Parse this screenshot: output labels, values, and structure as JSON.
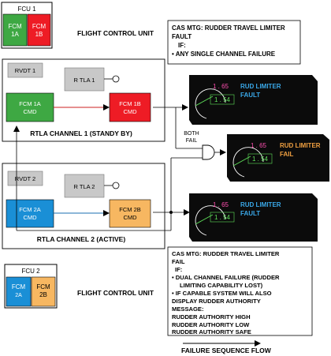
{
  "fcu1": {
    "title": "FCU 1",
    "left_line1": "FCM",
    "left_line2": "1A",
    "right_line1": "FCM",
    "right_line2": "1B",
    "caption": "FLIGHT CONTROL UNIT"
  },
  "fcu2": {
    "title": "FCU 2",
    "left_line1": "FCM",
    "left_line2": "2A",
    "right_line1": "FCM",
    "right_line2": "2B",
    "caption": "FLIGHT CONTROL UNIT"
  },
  "cas1": {
    "line1": "CAS MTG: RUDDER TRAVEL LIMITER",
    "line2": "FAULT",
    "line3": "IF:",
    "line4": "• ANY SINGLE CHANNEL FAILURE"
  },
  "channel1": {
    "rvdt": "RVDT 1",
    "rtla": "R TLA 1",
    "fcm_a_line1": "FCM 1A",
    "fcm_a_line2": "CMD",
    "fcm_b_line1": "FCM 1B",
    "fcm_b_line2": "CMD",
    "caption": "RTLA CHANNEL 1 (STANDY BY)"
  },
  "channel2": {
    "rvdt": "RVDT 2",
    "rtla": "R TLA 2",
    "fcm_a_line1": "FCM 2A",
    "fcm_a_line2": "CMD",
    "fcm_b_line1": "FCM 2B",
    "fcm_b_line2": "CMD",
    "caption": "RTLA CHANNEL 2 (ACTIVE)"
  },
  "gate": {
    "line1": "BOTH",
    "line2": "FAIL"
  },
  "displays": [
    {
      "top_value": "1 . 65",
      "bottom_value": "1 . 54",
      "msg1": "RUD LIMITER",
      "msg2": "FAULT",
      "msg_color": "#3aa8e8"
    },
    {
      "top_value": "1 . 65",
      "bottom_value": "1 . 54",
      "msg1": "RUD LIMITER",
      "msg2": "FAIL",
      "msg_color": "#f0a040"
    },
    {
      "top_value": "1 . 65",
      "bottom_value": "1 . 54",
      "msg1": "RUD LIMITER",
      "msg2": "FAULT",
      "msg_color": "#3aa8e8"
    }
  ],
  "cas2": {
    "line1": "CAS MTG: RUDDER TRAVEL LIMITER",
    "line2": "FAIL",
    "line3": "IF:",
    "line4": "• DUAL CHANNEL FAILURE (RUDDER",
    "line5": "LIMITING CAPABILITY LOST)",
    "line6": "• IF CAPABLE SYSTEM WILL ALSO",
    "line7": "DISPLAY RUDDER AUTHORITY",
    "line8": "MESSAGE:",
    "line9": "RUDDER AUTHORITY HIGH",
    "line10": "RUDDER AUTHORITY LOW",
    "line11": "RUDDER AUTHORITY SAFE"
  },
  "flow_label": "FAILURE SEQUENCE FLOW",
  "colors": {
    "green": "#3ea843",
    "red": "#ee1c25",
    "blue": "#1a8fd6",
    "orange": "#f7b761",
    "gray": "#c8c8c8",
    "display_bg": "#0b0b0b",
    "value_magenta": "#ff4fb0",
    "value_green": "#5fe05a"
  }
}
